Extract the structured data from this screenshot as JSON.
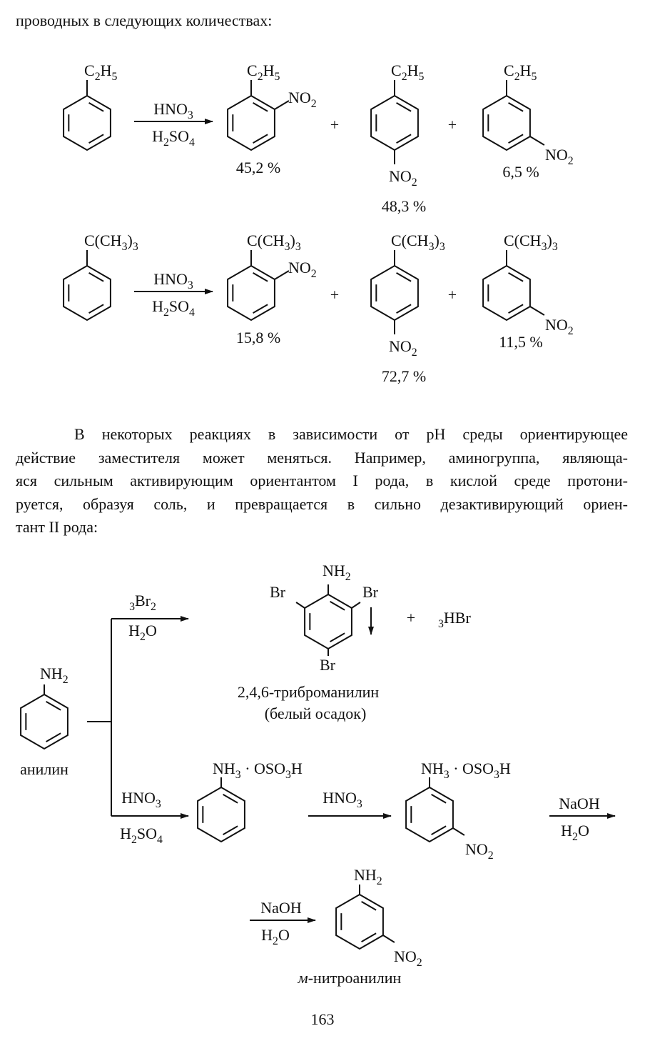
{
  "intro_line": "проводных в следующих количествах:",
  "reaction1": {
    "reactant_sub": "C2H5",
    "reagent_top": "HNO3",
    "reagent_bottom": "H2SO4",
    "plus": "+",
    "sub": "C2H5",
    "no2": "NO2",
    "ortho_yield": "45,2 %",
    "para_yield": "48,3 %",
    "meta_yield": "6,5 %"
  },
  "reaction2": {
    "reactant_sub": "C(CH3)3",
    "reagent_top": "HNO3",
    "reagent_bottom": "H2SO4",
    "plus": "+",
    "sub": "C(CH3)3",
    "no2": "NO2",
    "ortho_yield": "15,8 %",
    "para_yield": "72,7 %",
    "meta_yield": "11,5 %"
  },
  "paragraph_lines": [
    "В некоторых реакциях в зависимости от pH среды ориентирующее",
    "действие заместителя может меняться. Например, аминогруппа, являюща-",
    "яся сильным активирующим ориентантом I рода, в кислой среде протони-",
    "руется, образуя соль, и превращается в сильно дезактивирующий ориен-",
    "тант II рода:"
  ],
  "scheme3": {
    "aniline_sub": "NH2",
    "aniline_label": "анилин",
    "bromination_top": "3Br2",
    "bromination_bottom": "H2O",
    "tribromo_nh2": "NH2",
    "br": "Br",
    "plus": "+",
    "hbr": "3HBr",
    "tribromo_name": "2,4,6-триброманилин",
    "tribromo_note": "(белый осадок)",
    "nitration_top": "HNO3",
    "nitration_bottom": "H2SO4",
    "salt": "NH3 · OSO3H",
    "second_reagent": "HNO3",
    "naoh": "NaOH",
    "h2o": "H2O",
    "product_sub": "NH2",
    "product_no2": "NO2",
    "product_name_prefix": "м",
    "product_name_rest": "-нитроанилин"
  },
  "page_number": "163"
}
